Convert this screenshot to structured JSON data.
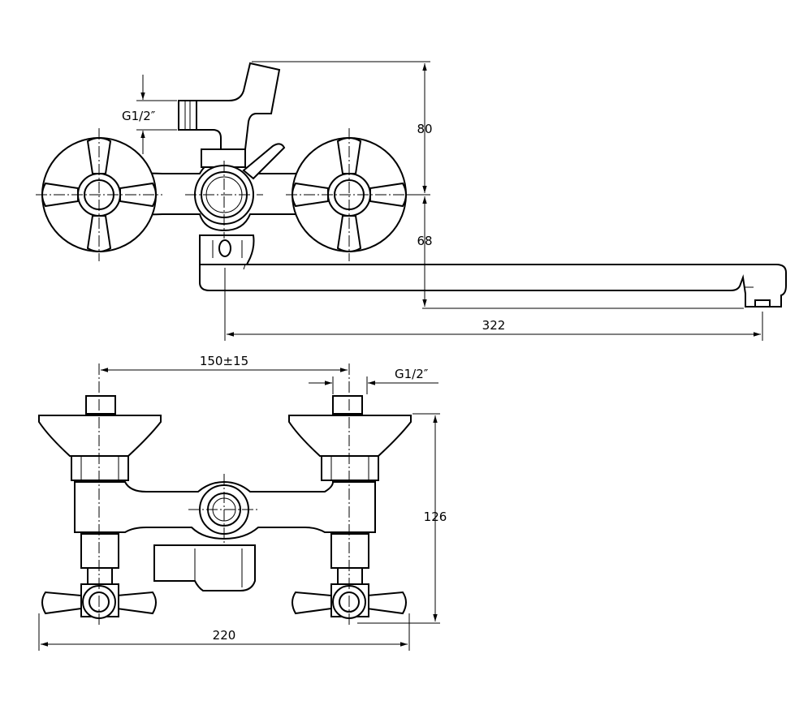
{
  "diagram": {
    "dimensions": {
      "top_height": "80",
      "top_outlet": "68",
      "spout_length": "322",
      "thread_top": "G1/2″",
      "center_distance": "150±15",
      "thread_front": "G1/2″",
      "front_height": "126",
      "overall_width": "220"
    }
  }
}
